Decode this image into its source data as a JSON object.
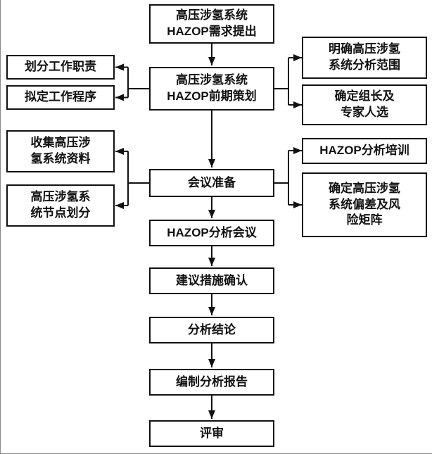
{
  "colors": {
    "ink": "#111111",
    "background": "#ffffff"
  },
  "nodes": {
    "center": [
      {
        "id": "requirement",
        "label": "高压涉氢系统\nHAZOP需求提出"
      },
      {
        "id": "pre_planning",
        "label": "高压涉氢系统\nHAZOP前期策划"
      },
      {
        "id": "meeting_prep",
        "label": "会议准备"
      },
      {
        "id": "hazop_meeting",
        "label": "HAZOP分析会议"
      },
      {
        "id": "measures_confirm",
        "label": "建议措施确认"
      },
      {
        "id": "conclusion",
        "label": "分析结论"
      },
      {
        "id": "report",
        "label": "编制分析报告"
      },
      {
        "id": "review",
        "label": "评审"
      }
    ],
    "left": [
      {
        "id": "work_duty",
        "label": "划分工作职责"
      },
      {
        "id": "work_procedure",
        "label": "拟定工作程序"
      },
      {
        "id": "collect_data",
        "label": "收集高压涉\n氢系统资料"
      },
      {
        "id": "node_division",
        "label": "高压涉氢系\n统节点划分"
      }
    ],
    "right": [
      {
        "id": "analysis_scope",
        "label": "明确高压涉氢\n系统分析范围"
      },
      {
        "id": "leader_experts",
        "label": "确定组长及\n专家人选"
      },
      {
        "id": "hazop_training",
        "label": "HAZOP分析培训"
      },
      {
        "id": "deviation_matrix",
        "label": "确定高压涉氢\n系统偏差及风\n险矩阵"
      }
    ]
  },
  "edges": [
    {
      "from": "requirement",
      "to": "pre_planning"
    },
    {
      "from": "pre_planning",
      "to": "work_duty"
    },
    {
      "from": "pre_planning",
      "to": "work_procedure"
    },
    {
      "from": "pre_planning",
      "to": "analysis_scope"
    },
    {
      "from": "pre_planning",
      "to": "leader_experts"
    },
    {
      "from": "pre_planning",
      "to": "meeting_prep"
    },
    {
      "from": "meeting_prep",
      "to": "collect_data"
    },
    {
      "from": "meeting_prep",
      "to": "node_division"
    },
    {
      "from": "meeting_prep",
      "to": "hazop_training"
    },
    {
      "from": "meeting_prep",
      "to": "deviation_matrix"
    },
    {
      "from": "meeting_prep",
      "to": "hazop_meeting"
    },
    {
      "from": "hazop_meeting",
      "to": "measures_confirm"
    },
    {
      "from": "measures_confirm",
      "to": "conclusion"
    },
    {
      "from": "conclusion",
      "to": "report"
    },
    {
      "from": "report",
      "to": "review"
    }
  ]
}
